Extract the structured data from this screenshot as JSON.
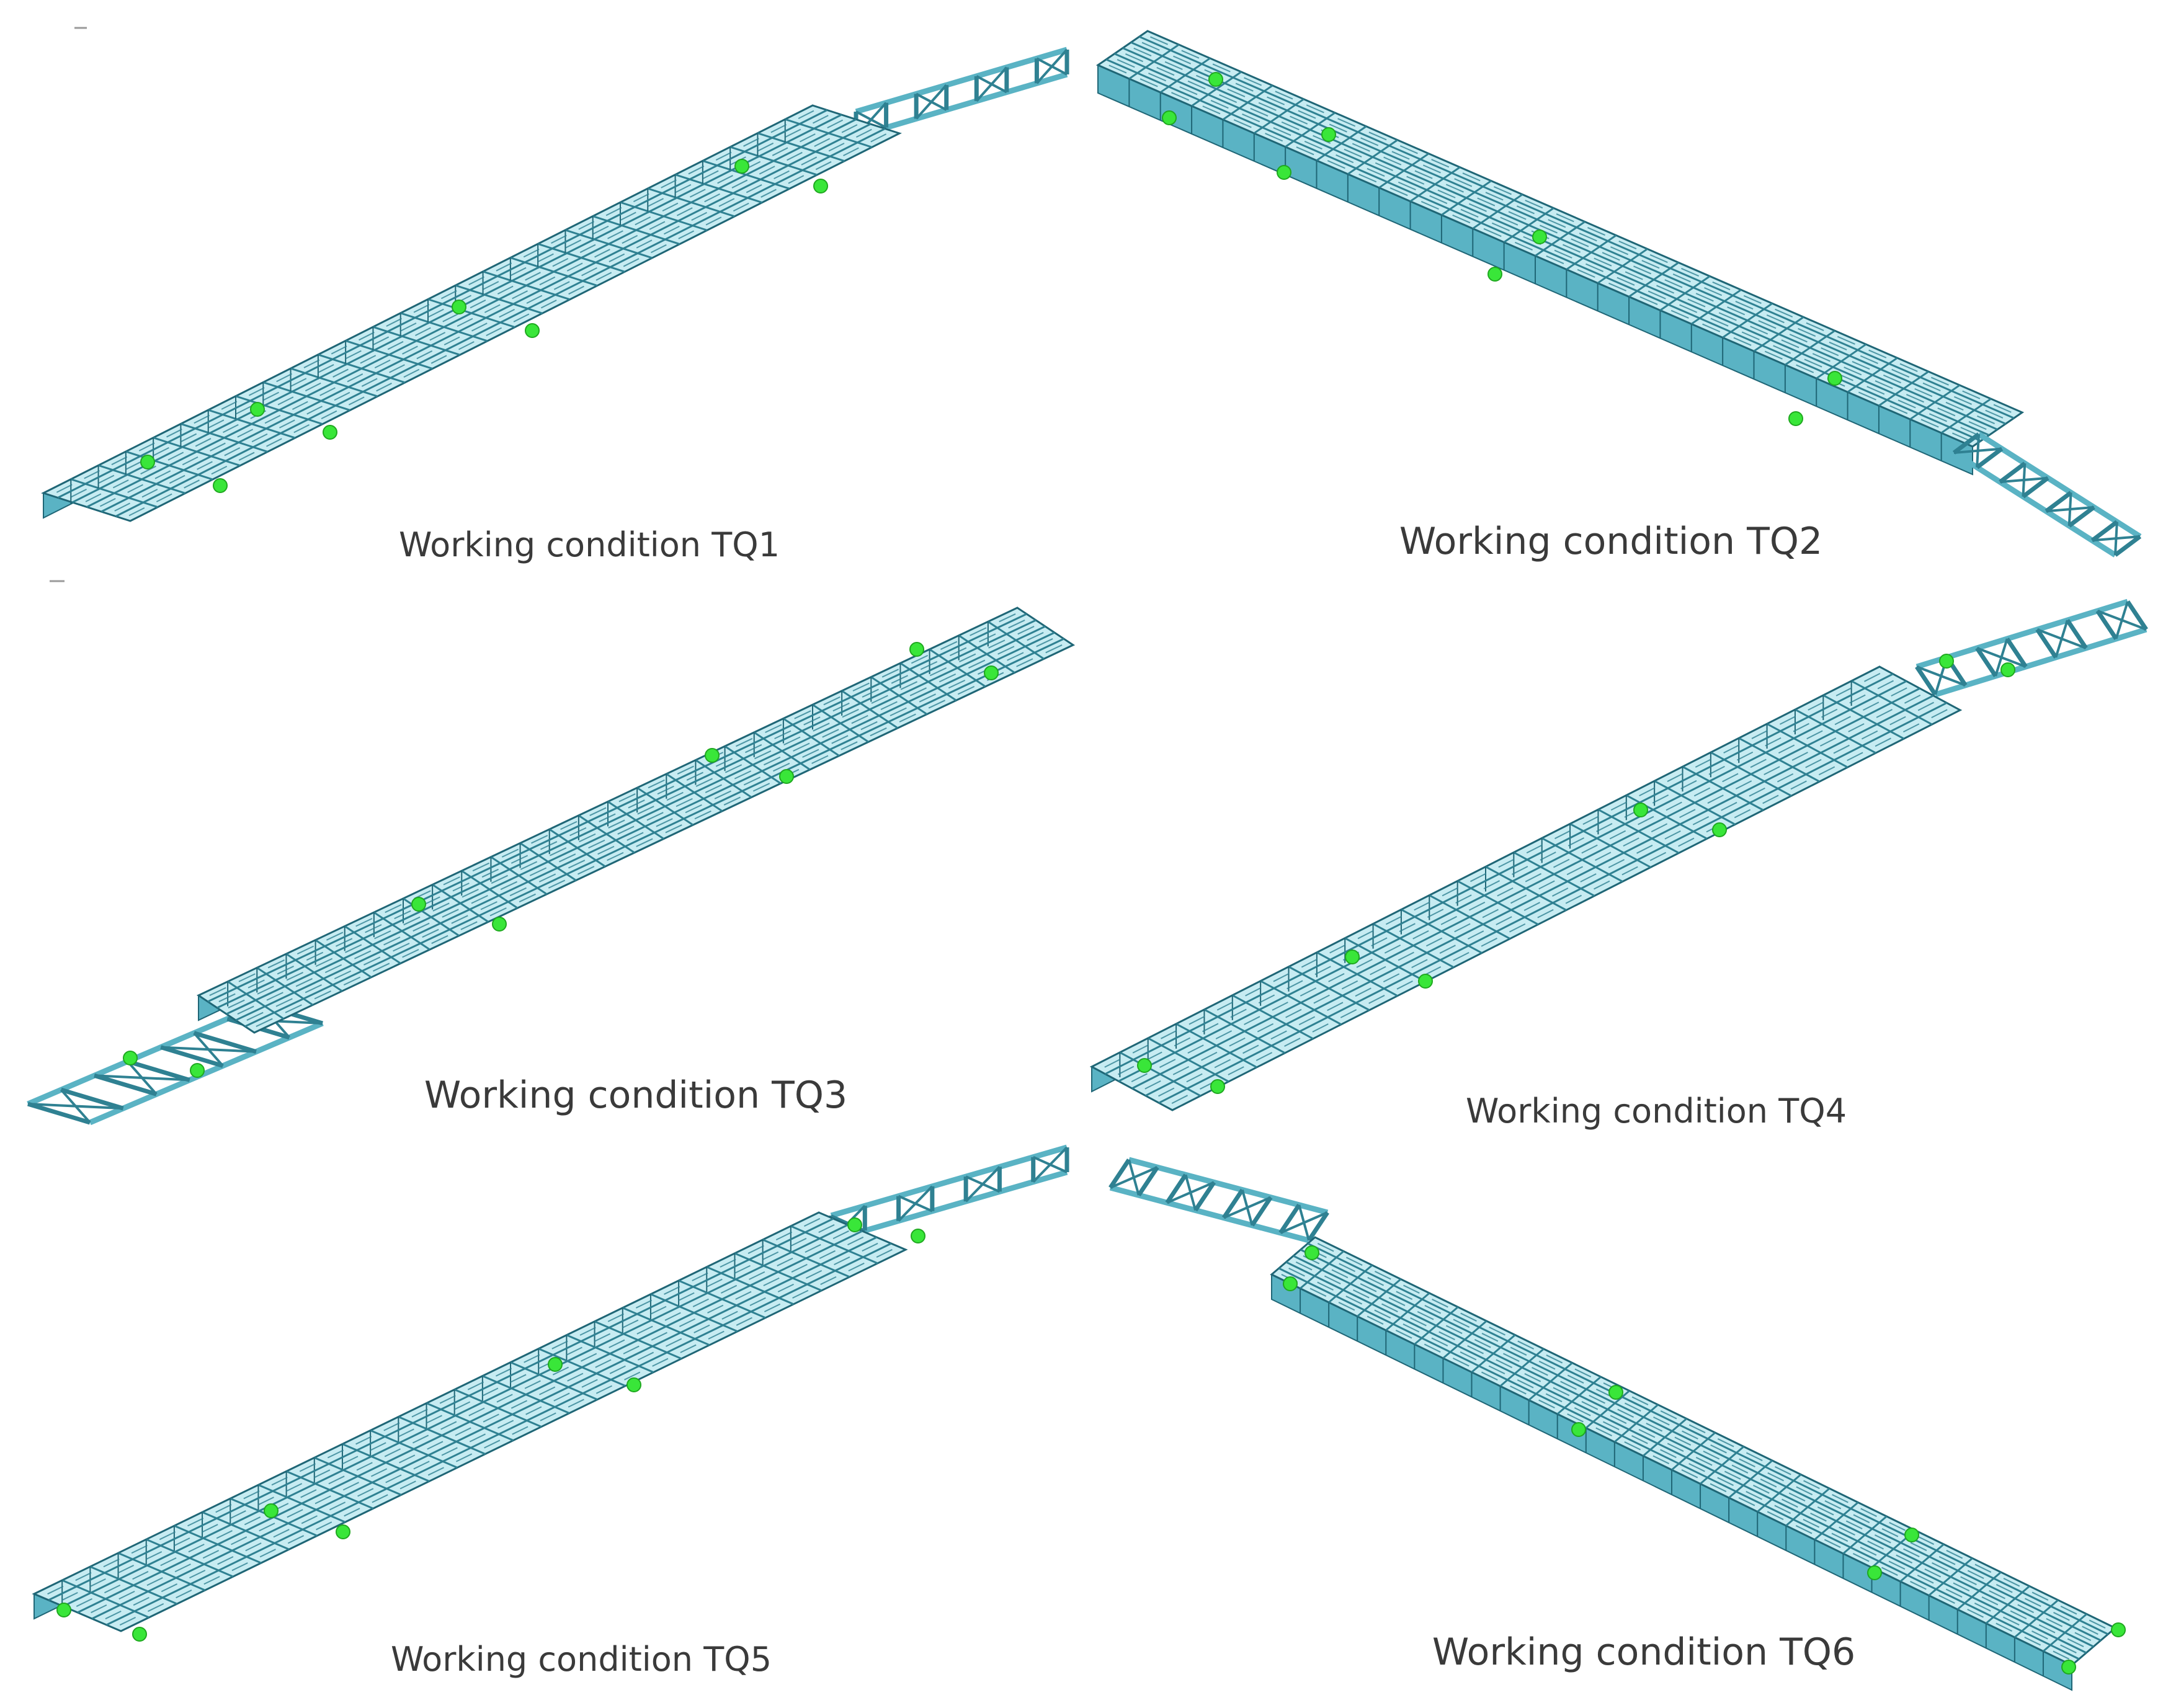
{
  "figure": {
    "panels": [
      {
        "id": "tq1",
        "caption": "Working condition TQ1"
      },
      {
        "id": "tq2",
        "caption": "Working condition TQ2"
      },
      {
        "id": "tq3",
        "caption": "Working condition TQ3"
      },
      {
        "id": "tq4",
        "caption": "Working condition TQ4"
      },
      {
        "id": "tq5",
        "caption": "Working condition TQ5"
      },
      {
        "id": "tq6",
        "caption": "Working condition TQ6"
      }
    ],
    "colors": {
      "deck_top": "#c7ecf2",
      "deck_side": "#5ab3c4",
      "deck_grid": "#2f8192",
      "deck_edge": "#1f6676",
      "load_point": "#39e639",
      "caption_text": "#3a3a3a"
    }
  }
}
